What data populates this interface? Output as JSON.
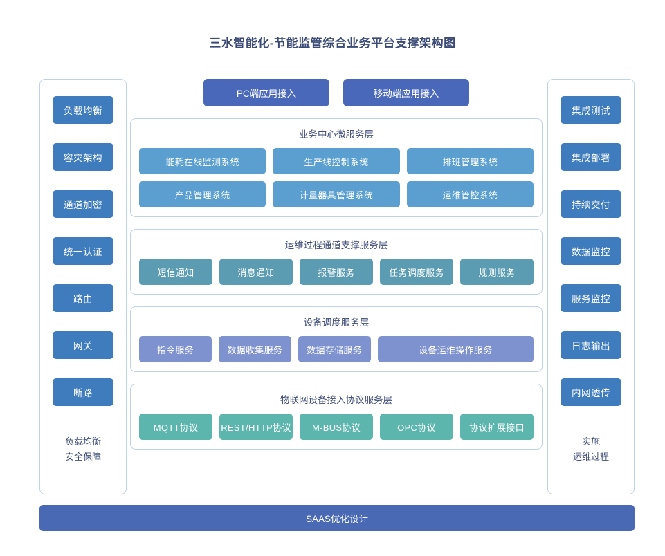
{
  "title": "三水智能化-节能监管综合业务平台支撑架构图",
  "colors": {
    "title_text": "#3b4a76",
    "side_chip": "#3f7cbe",
    "access_button": "#4a68ba",
    "business_layer_chip": "#5a9fd0",
    "ops_layer_chip": "#5b9cb2",
    "device_layer_chip": "#7e92cf",
    "iot_layer_chip": "#5cb6ad",
    "bottom_bar": "#4a69b5",
    "panel_border": "#bfd2e6",
    "background": "#ffffff"
  },
  "left_column": {
    "items": [
      {
        "label": "负载均衡"
      },
      {
        "label": "容灾架构"
      },
      {
        "label": "通道加密"
      },
      {
        "label": "统一认证"
      },
      {
        "label": "路由"
      },
      {
        "label": "网关"
      },
      {
        "label": "断路"
      }
    ],
    "footer": {
      "line1": "负载均衡",
      "line2": "安全保障"
    }
  },
  "right_column": {
    "items": [
      {
        "label": "集成测试"
      },
      {
        "label": "集成部署"
      },
      {
        "label": "持续交付"
      },
      {
        "label": "数据监控"
      },
      {
        "label": "服务监控"
      },
      {
        "label": "日志输出"
      },
      {
        "label": "内网透传"
      }
    ],
    "footer": {
      "line1": "实施",
      "line2": "运维过程"
    }
  },
  "top_access": {
    "buttons": [
      {
        "label": "PC端应用接入"
      },
      {
        "label": "移动端应用接入"
      }
    ]
  },
  "layers": [
    {
      "id": "business",
      "title": "业务中心微服务层",
      "rows": [
        [
          {
            "label": "能耗在线监测系统"
          },
          {
            "label": "生产线控制系统"
          },
          {
            "label": "排班管理系统"
          }
        ],
        [
          {
            "label": "产品管理系统"
          },
          {
            "label": "计量器具管理系统"
          },
          {
            "label": "运维管控系统"
          }
        ]
      ]
    },
    {
      "id": "ops",
      "title": "运维过程通道支撑服务层",
      "rows": [
        [
          {
            "label": "短信通知"
          },
          {
            "label": "消息通知"
          },
          {
            "label": "报警服务"
          },
          {
            "label": "任务调度服务"
          },
          {
            "label": "规则服务"
          }
        ]
      ]
    },
    {
      "id": "device",
      "title": "设备调度服务层",
      "rows": [
        [
          {
            "label": "指令服务"
          },
          {
            "label": "数据收集服务"
          },
          {
            "label": "数据存储服务"
          },
          {
            "label": "设备运维操作服务",
            "wide": true
          }
        ]
      ]
    },
    {
      "id": "iot",
      "title": "物联网设备接入协议服务层",
      "rows": [
        [
          {
            "label": "MQTT协议"
          },
          {
            "label": "REST/HTTP协议"
          },
          {
            "label": "M-BUS协议"
          },
          {
            "label": "OPC协议"
          },
          {
            "label": "协议扩展接口"
          }
        ]
      ]
    }
  ],
  "bottom_bar": {
    "label": "SAAS优化设计"
  }
}
